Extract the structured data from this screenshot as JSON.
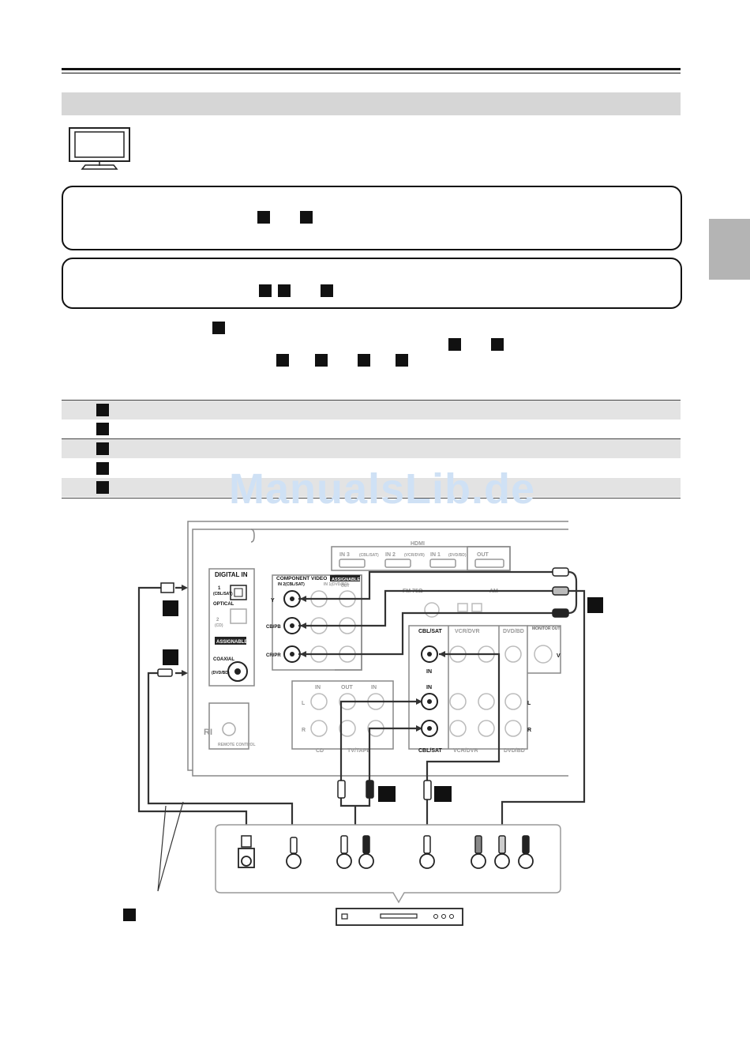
{
  "watermark": "ManualsLib.de",
  "labels": {
    "hdmi": "HDMI",
    "hdmi_in3": "IN 3",
    "hdmi_in3_src": "(CBL/SAT)",
    "hdmi_in2": "IN 2",
    "hdmi_in2_src": "(VCR/DVR)",
    "hdmi_in1": "IN 1",
    "hdmi_in1_src": "(DVD/BD)",
    "hdmi_out": "OUT",
    "digital_in": "DIGITAL IN",
    "optical_1": "1",
    "optical_1_src": "(CBL/SAT)",
    "optical": "OPTICAL",
    "optical_2": "2",
    "optical_2_src": "(CD)",
    "assignable": "ASSIGNABLE",
    "coaxial": "COAXIAL",
    "coaxial_src": "(DVD/BD)",
    "component_video": "COMPONENT VIDEO",
    "component_assignable": "ASSIGNABLE",
    "component_in2": "IN 2(CBL/SAT)",
    "component_in1": "IN 1(DVD/BD)",
    "component_out": "OUT",
    "y": "Y",
    "cb_pb": "CB/PB",
    "cr_pr": "CR/PR",
    "fm": "FM 75Ω",
    "am": "AM",
    "cbl_sat": "CBL/SAT",
    "vcr_dvr": "VCR/DVR",
    "dvd_bd": "DVD/BD",
    "monitor_out": "MONITOR OUT",
    "v": "V",
    "in": "IN",
    "out": "OUT",
    "l": "L",
    "r": "R",
    "cd": "CD",
    "tv_tape": "TV/TAPE",
    "ri": "RI",
    "remote_control": "REMOTE CONTROL"
  }
}
